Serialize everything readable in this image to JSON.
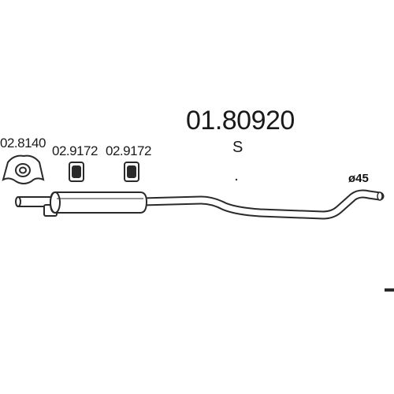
{
  "diagram": {
    "part_number": "01.80920",
    "part_suffix": "S",
    "diameter_label": "ø45",
    "accessories": [
      {
        "code": "02.8140"
      },
      {
        "code": "02.9172"
      },
      {
        "code": "02.9172"
      }
    ]
  },
  "colors": {
    "line": "#2a2a2a",
    "fill": "#ffffff",
    "text": "#1a1a1a"
  }
}
